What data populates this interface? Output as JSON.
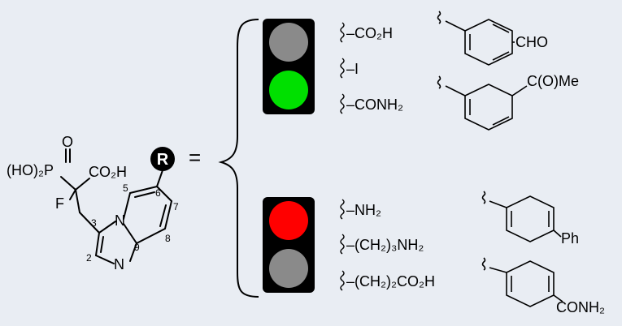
{
  "core": {
    "p_oxo": "O",
    "phosphonate": "(HO)₂P",
    "carboxyl": "CO₂H",
    "fluoro": "F",
    "n_bridge": "N",
    "n_ring": "N",
    "r_group": "R",
    "equals": "=",
    "numbers": {
      "n2": "2",
      "n3": "3",
      "n5": "5",
      "n6": "6",
      "n7": "7",
      "n8": "8",
      "n9": "9"
    }
  },
  "green_light": {
    "lamp_colors": {
      "top": "#8a8a8a",
      "bottom": "#00e000"
    },
    "substituents": [
      "–CO₂H",
      "–I",
      "–CONH₂"
    ],
    "aryl": [
      "CHO",
      "C(O)Me"
    ]
  },
  "red_light": {
    "lamp_colors": {
      "top": "#ff0000",
      "bottom": "#8a8a8a"
    },
    "substituents": [
      "–NH₂",
      "–(CH₂)₃NH₂",
      "–(CH₂)₂CO₂H"
    ],
    "aryl": [
      "Ph",
      "CONH₂"
    ]
  }
}
